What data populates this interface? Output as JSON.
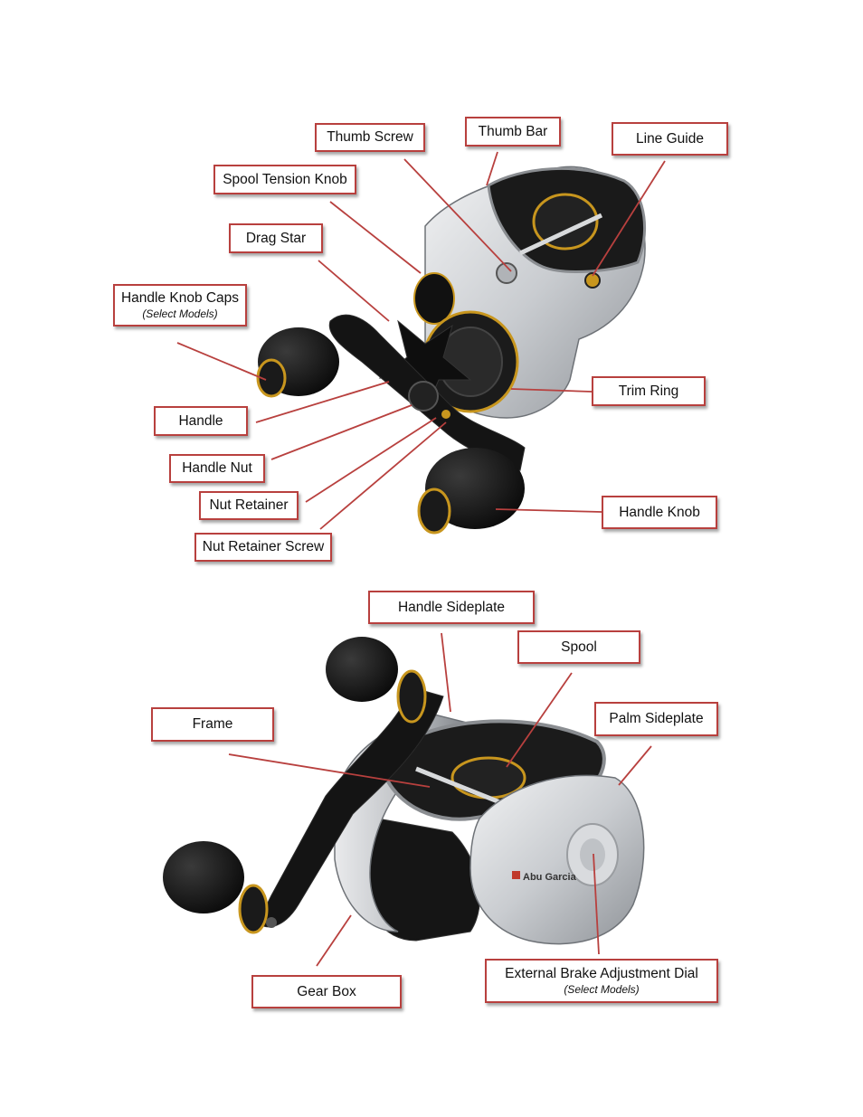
{
  "colors": {
    "callout_border": "#b8403e",
    "leader": "#b8403e",
    "reel_silver": "#c9ccd0",
    "reel_black": "#141414",
    "accent_gold": "#c8961e"
  },
  "brand_mark": "Abu Garcia",
  "top_labels": {
    "thumb_screw": "Thumb Screw",
    "thumb_bar": "Thumb Bar",
    "line_guide": "Line Guide",
    "spool_tension_knob": "Spool Tension Knob",
    "drag_star": "Drag Star",
    "handle_knob_caps": "Handle Knob Caps",
    "handle_knob_caps_note": "(Select Models)",
    "trim_ring": "Trim Ring",
    "handle": "Handle",
    "handle_nut": "Handle Nut",
    "nut_retainer": "Nut Retainer",
    "nut_retainer_screw": "Nut Retainer Screw",
    "handle_knob": "Handle Knob"
  },
  "bottom_labels": {
    "handle_sideplate": "Handle Sideplate",
    "spool": "Spool",
    "frame": "Frame",
    "palm_sideplate": "Palm Sideplate",
    "gear_box": "Gear Box",
    "external_brake_dial": "External Brake Adjustment Dial",
    "external_brake_dial_note": "(Select Models)"
  }
}
